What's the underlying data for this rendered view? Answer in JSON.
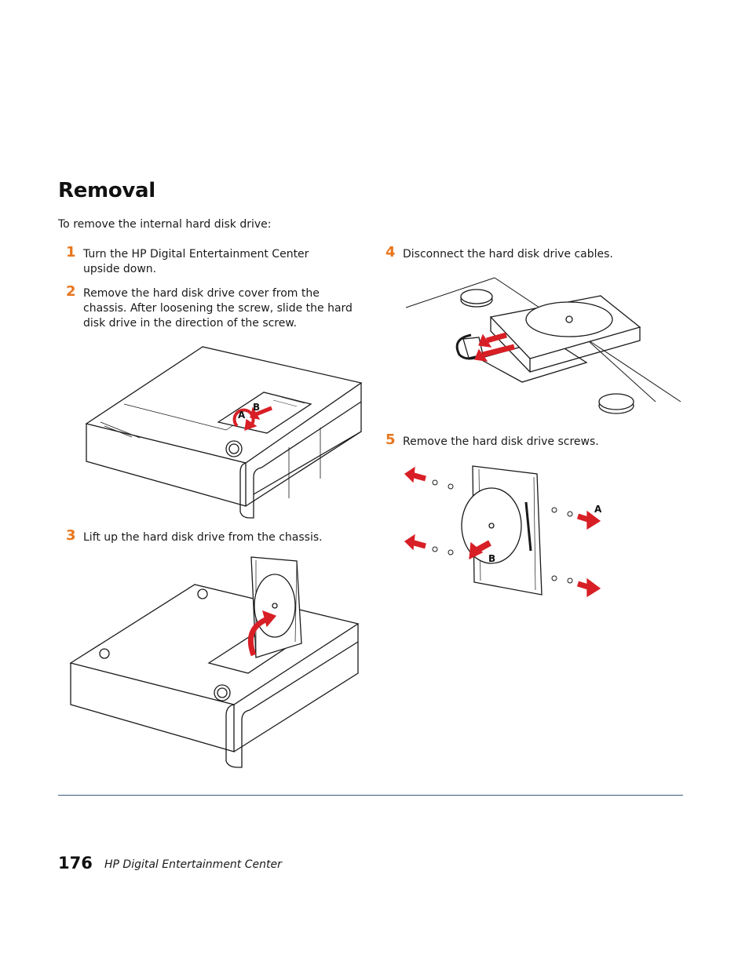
{
  "section": {
    "title": "Removal",
    "intro": "To remove the internal hard disk drive:"
  },
  "steps": [
    {
      "number": "1",
      "text": "Turn the HP Digital Entertainment Center upside down."
    },
    {
      "number": "2",
      "text": "Remove the hard disk drive cover from the chassis. After loosening the screw, slide the hard disk drive in the direction of the screw."
    },
    {
      "number": "3",
      "text": "Lift up the hard disk drive from the chassis."
    },
    {
      "number": "4",
      "text": "Disconnect the hard disk drive cables."
    },
    {
      "number": "5",
      "text": "Remove the hard disk drive screws."
    }
  ],
  "figures": {
    "cover_callouts": {
      "a": "A",
      "b": "B"
    },
    "screws_callouts": {
      "a": "A",
      "b": "B"
    }
  },
  "footer": {
    "page_number": "176",
    "book_title": "HP Digital Entertainment Center"
  },
  "colors": {
    "step_number": "#e8761c",
    "arrow": "#d81f26",
    "rule": "#3d5a80"
  }
}
